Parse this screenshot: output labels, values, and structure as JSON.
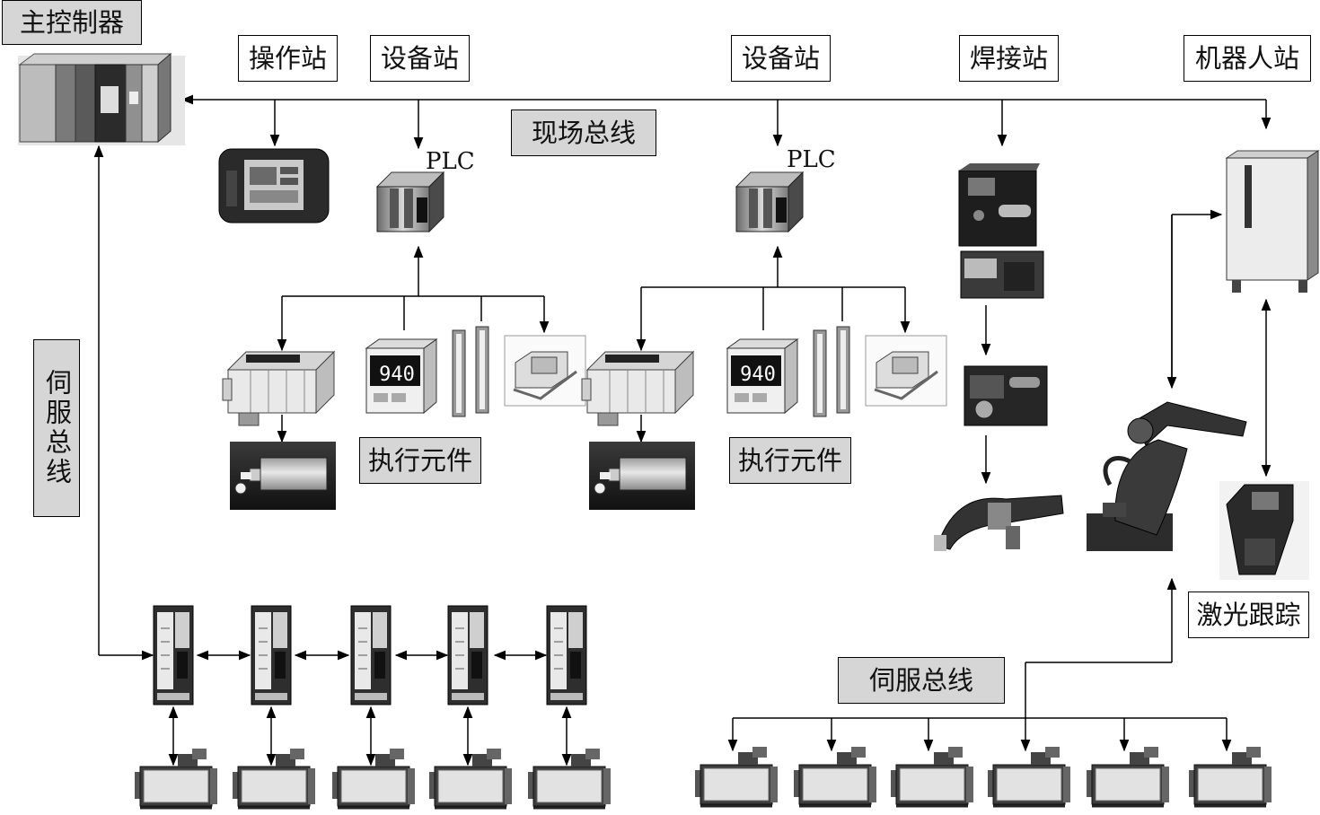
{
  "labels": {
    "main_controller": "主控制器",
    "operator_station": "操作站",
    "device_station_1": "设备站",
    "device_station_2": "设备站",
    "welding_station": "焊接站",
    "robot_station": "机器人站",
    "fieldbus": "现场总线",
    "plc_1": "PLC",
    "plc_2": "PLC",
    "actuator_1": "执行元件",
    "actuator_2": "执行元件",
    "servo_bus_left": "伺服总线",
    "servo_bus_right": "伺服总线",
    "laser_tracking": "激光跟踪"
  },
  "sensor_display": "940",
  "icons": {
    "main_controller": "plc-rack-icon",
    "hmi": "touch-panel-icon",
    "plc": "plc-module-icon",
    "valve": "valve-manifold-icon",
    "sensor": "pressure-sensor-icon",
    "light_curtain": "light-curtain-icon",
    "relay": "relay-icon",
    "cylinder": "pneumatic-cylinder-icon",
    "welder": "welding-power-source-icon",
    "wire_feeder": "wire-feeder-icon",
    "torch": "welding-torch-icon",
    "robot_cabinet": "robot-controller-cabinet-icon",
    "robot": "industrial-robot-icon",
    "laser_sensor": "laser-tracking-sensor-icon",
    "servo_drive": "servo-drive-icon",
    "servo_motor": "servo-motor-icon"
  }
}
